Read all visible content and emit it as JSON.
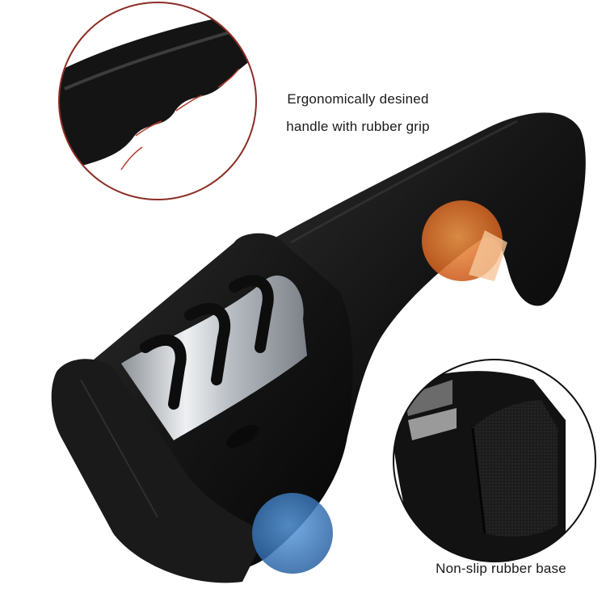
{
  "captions": {
    "handle_line1": "Ergonomically desined",
    "handle_line2": "handle with rubber grip",
    "base": "Non-slip rubber base"
  },
  "colors": {
    "background": "#ffffff",
    "body_black": "#141414",
    "steel": "#c9cdd2",
    "callout_ring": "#8b2e24",
    "accent_orange": "#e8772b",
    "accent_blue": "#3b7fc4"
  }
}
